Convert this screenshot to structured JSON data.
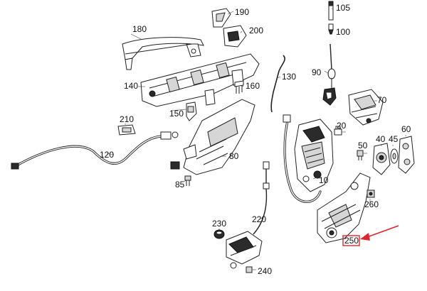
{
  "diagram": {
    "accent_color": "#e0242b",
    "callouts": {
      "p10": "10",
      "p20": "20",
      "p40": "40",
      "p45": "45",
      "p50": "50",
      "p60": "60",
      "p70": "70",
      "p80": "80",
      "p85": "85",
      "p90": "90",
      "p100": "100",
      "p105": "105",
      "p120": "120",
      "p130": "130",
      "p140": "140",
      "p150": "150",
      "p160": "160",
      "p180": "180",
      "p190": "190",
      "p200": "200",
      "p210": "210",
      "p220": "220",
      "p230": "230",
      "p240": "240",
      "p250": "250",
      "p260": "260"
    },
    "highlighted_part": "250"
  }
}
